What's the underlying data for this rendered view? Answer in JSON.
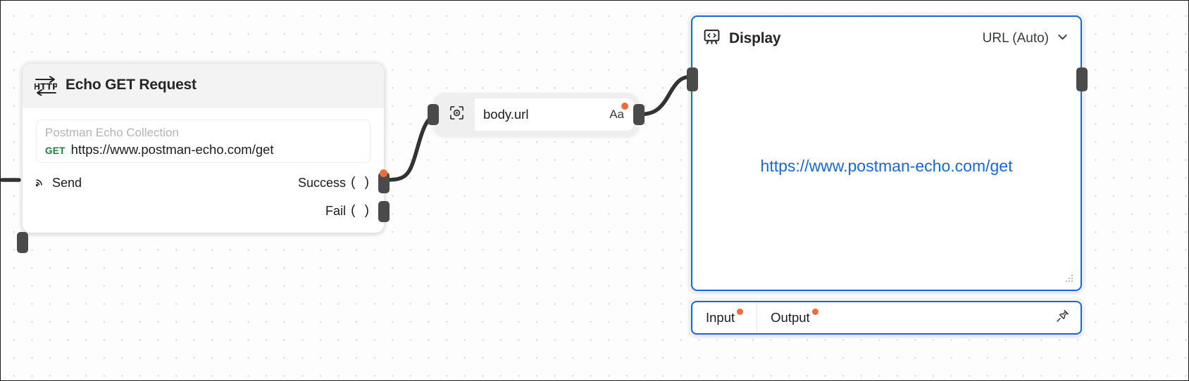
{
  "canvas": {
    "background_color": "#fdfdfd",
    "grid_dot_color": "#d8d8d8"
  },
  "nodes": {
    "http_request": {
      "icon": "http-icon",
      "title": "Echo GET Request",
      "url_field": {
        "placeholder": "Postman Echo Collection",
        "method": "GET",
        "url": "https://www.postman-echo.com/get"
      },
      "input_port": {
        "label": "Send",
        "icon": "broadcast-icon"
      },
      "output_ports": [
        {
          "label": "Success",
          "paren": "( )"
        },
        {
          "label": "Fail",
          "paren": "( )"
        }
      ]
    },
    "selector": {
      "icon": "target-focus-icon",
      "value": "body.url",
      "type_badge": "Aa"
    },
    "display": {
      "icon": "display-board-icon",
      "title": "Display",
      "mode": "URL (Auto)",
      "mode_chevron": "chevron-down-icon",
      "content_link": "https://www.postman-echo.com/get",
      "resize_handle": "resize-grip-icon"
    },
    "io_bar": {
      "tabs": [
        {
          "label": "Input",
          "has_dot": true
        },
        {
          "label": "Output",
          "has_dot": true
        }
      ],
      "pin_icon": "pin-icon"
    }
  },
  "colors": {
    "accent_blue": "#1668dc",
    "port_orange": "#f26b38",
    "method_green": "#1a7f37",
    "edge_gray": "#333333"
  }
}
